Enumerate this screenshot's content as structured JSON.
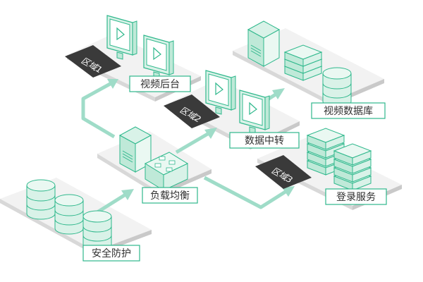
{
  "zones": [
    {
      "id": "zone1",
      "label": "区域1"
    },
    {
      "id": "zone2",
      "label": "区域2"
    },
    {
      "id": "zone3",
      "label": "区域3"
    }
  ],
  "nodes": {
    "video_backend": "视频后台",
    "video_db": "视频数据库",
    "data_transfer": "数据中转",
    "load_balance": "负载均衡",
    "login_service": "登录服务",
    "security": "安全防护"
  },
  "colors": {
    "accent": "#2fb88c",
    "arrow": "#9fdcc8",
    "platform_top": "#f2f2f2",
    "platform_side": "#d8d8d8",
    "zone_tag": "#3a3a3a"
  }
}
